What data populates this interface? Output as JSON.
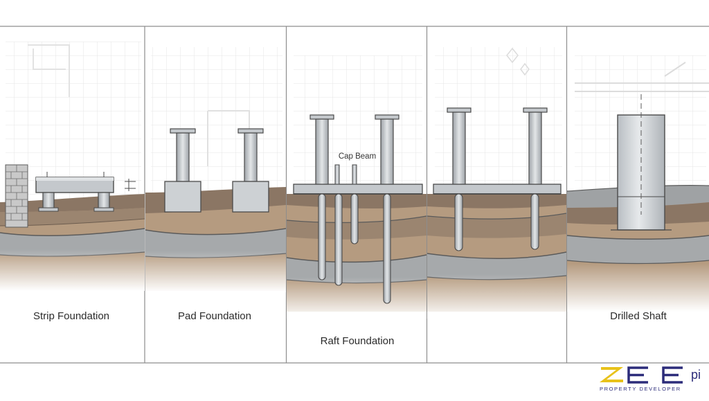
{
  "panels": [
    {
      "caption": "Strip Foundation"
    },
    {
      "caption": "Pad Foundation"
    },
    {
      "caption": "Raft Foundation"
    },
    {
      "caption": ""
    },
    {
      "caption": "Drilled Shaft"
    }
  ],
  "callouts": {
    "cap_beam": "Cap Beam"
  },
  "logo": {
    "wordmark": "ZEE",
    "suffix": "pi",
    "tagline": "PROPERTY DEVELOPER",
    "colors": {
      "z": "#e8c21a",
      "e": "#2c2c7a"
    }
  },
  "colors": {
    "soil_topsoil": "#8a7563",
    "soil_mid": "#a88f74",
    "soil_gray": "#a6a9ab",
    "soil_lower": "#c8ab8e",
    "concrete": "#c9cdd1",
    "outline": "#4a4a4a",
    "grid": "#e4e4e4"
  }
}
